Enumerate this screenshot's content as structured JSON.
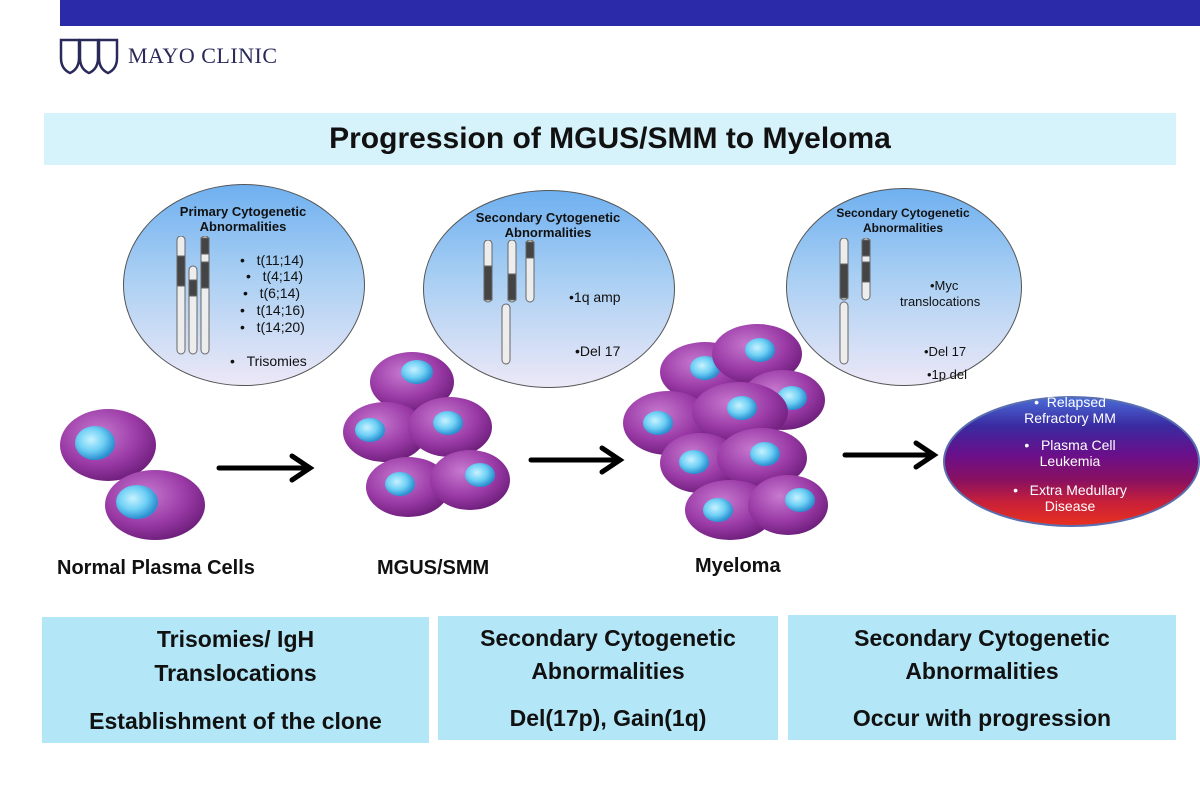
{
  "header": {
    "logo_text": "MAYO CLINIC"
  },
  "title": "Progression of MGUS/SMM to Myeloma",
  "bubbles": [
    {
      "title_line1": "Primary Cytogenetic",
      "title_line2": "Abnormalities",
      "items": [
        "t(11;14)",
        "t(4;14)",
        "t(6;14)",
        "t(14;16)",
        "t(14;20)",
        "Trisomies"
      ]
    },
    {
      "title_line1": "Secondary Cytogenetic",
      "title_line2": "Abnormalities",
      "items": [
        "•1q amp",
        "•Del 17"
      ]
    },
    {
      "title_line1": "Secondary Cytogenetic",
      "title_line2": "Abnormalities",
      "items": [
        "•Myc",
        "translocations",
        "•Del 17",
        "•1p del"
      ]
    }
  ],
  "stages": [
    "Normal Plasma Cells",
    "MGUS/SMM",
    "Myeloma"
  ],
  "outcomes": [
    {
      "line1": "Relapsed",
      "line2": "Refractory MM"
    },
    {
      "line1": "Plasma Cell",
      "line2": "Leukemia"
    },
    {
      "line1": "Extra Medullary",
      "line2": "Disease"
    }
  ],
  "bottom_boxes": [
    {
      "line1": "Trisomies/ IgH",
      "line2": "Translocations",
      "line3": "Establishment of the clone"
    },
    {
      "line1": "Secondary Cytogenetic",
      "line2": "Abnormalities",
      "line3": "Del(17p), Gain(1q)"
    },
    {
      "line1": "Secondary Cytogenetic",
      "line2": "Abnormalities",
      "line3": "Occur with progression"
    }
  ],
  "colors": {
    "header_bar": "#2b2aa8",
    "title_band": "#d6f2fb",
    "bottom_box": "#b3e6f7",
    "cell_body": "#9a3aa6",
    "cell_nucleus": "#6fd0f5"
  }
}
